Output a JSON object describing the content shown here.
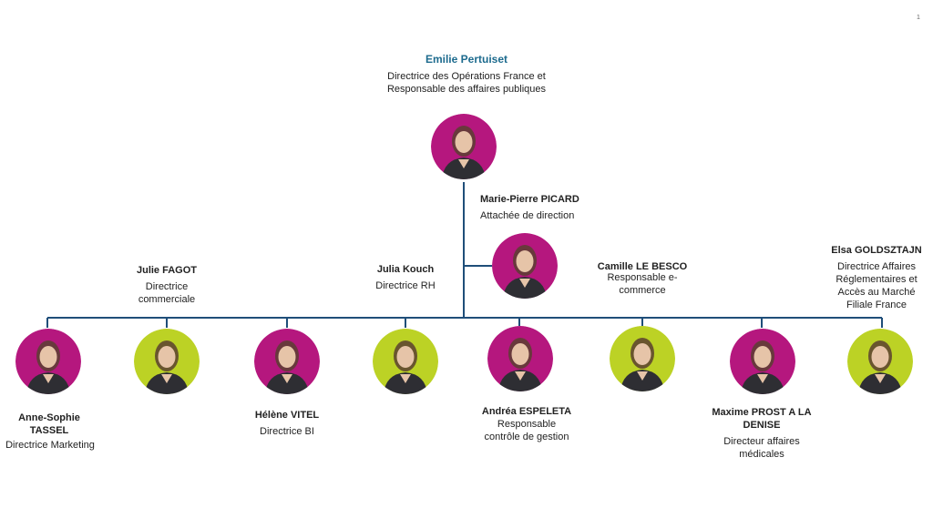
{
  "page_number": "1",
  "colors": {
    "line": "#1f4e79",
    "magenta": "#b5177e",
    "lime": "#bcd225",
    "title": "#1d6b8e"
  },
  "top": {
    "name": "Emilie Pertuiset",
    "role": "Directrice des Opérations France et Responsable des affaires publiques",
    "bg": "magenta"
  },
  "assistant": {
    "name": "Marie-Pierre PICARD",
    "role": "Attachée de direction",
    "bg": "magenta"
  },
  "team": [
    {
      "name": "Anne-Sophie TASSEL",
      "role": "Directrice Marketing",
      "bg": "magenta"
    },
    {
      "name": "Julie FAGOT",
      "role": "Directrice commerciale",
      "bg": "lime"
    },
    {
      "name": "Hélène VITEL",
      "role": "Directrice BI",
      "bg": "magenta"
    },
    {
      "name": "Julia Kouch",
      "role": "Directrice RH",
      "bg": "lime"
    },
    {
      "name": "Andréa ESPELETA",
      "role": "Responsable contrôle de gestion",
      "bg": "magenta"
    },
    {
      "name": "Camille LE BESCO",
      "role": "Responsable e-commerce",
      "bg": "lime"
    },
    {
      "name": "Maxime PROST A LA DENISE",
      "role": "Directeur affaires médicales",
      "bg": "magenta"
    },
    {
      "name": "Elsa GOLDSZTAJN",
      "role": "Directrice Affaires Réglementaires et Accès au Marché Filiale France",
      "bg": "lime"
    }
  ]
}
